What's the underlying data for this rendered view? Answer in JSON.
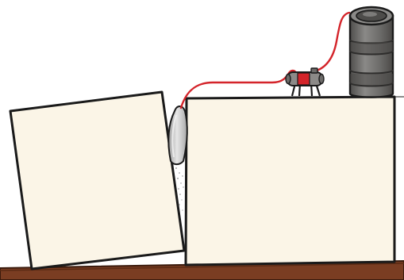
{
  "scene": {
    "elements": [
      "ground-surface",
      "tilted-block",
      "upright-block",
      "air-bag",
      "pump-unit",
      "gas-cylinder",
      "air-hose"
    ]
  },
  "colors": {
    "background": "#ffffff",
    "block_fill": "#fbf5e7",
    "block_stroke": "#1a1a1a",
    "ground_fill": "#7a3d22",
    "ground_stroke": "#3a1a0c",
    "hose": "#d4242a",
    "bag_fill": "#cfcfcf",
    "bag_shade": "#9d9d9d",
    "cylinder_body": "#6f6e6c",
    "cylinder_band": "#4a4947",
    "pump_body": "#8c8a88",
    "pump_valve": "#d4242a"
  }
}
